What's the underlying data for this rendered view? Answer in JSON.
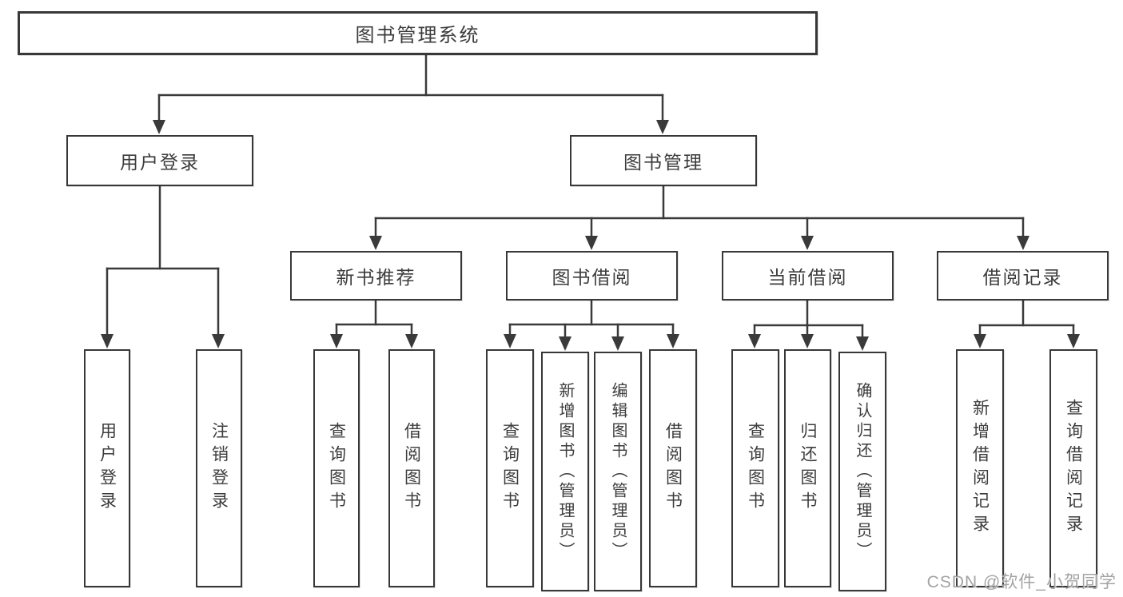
{
  "tree": {
    "label": "图书管理系统",
    "children": [
      {
        "label": "用户登录",
        "children": [
          {
            "label": "用户登录"
          },
          {
            "label": "注销登录"
          }
        ]
      },
      {
        "label": "图书管理",
        "children": [
          {
            "label": "新书推荐",
            "children": [
              {
                "label": "查询图书"
              },
              {
                "label": "借阅图书"
              }
            ]
          },
          {
            "label": "图书借阅",
            "children": [
              {
                "label": "查询图书"
              },
              {
                "label": "新增图书（管理员）"
              },
              {
                "label": "编辑图书（管理员）"
              },
              {
                "label": "借阅图书"
              }
            ]
          },
          {
            "label": "当前借阅",
            "children": [
              {
                "label": "查询图书"
              },
              {
                "label": "归还图书"
              },
              {
                "label": "确认归还（管理员）"
              }
            ]
          },
          {
            "label": "借阅记录",
            "children": [
              {
                "label": "新增借阅记录"
              },
              {
                "label": "查询借阅记录"
              }
            ]
          }
        ]
      }
    ]
  },
  "watermark": {
    "text": "CSDN @软件_小贺同学"
  },
  "colors": {
    "background": "#ffffff",
    "line": "#3a3a3a",
    "box_border": "#383838",
    "text": "#3c3c3c",
    "watermark": "#a3a3a3"
  }
}
